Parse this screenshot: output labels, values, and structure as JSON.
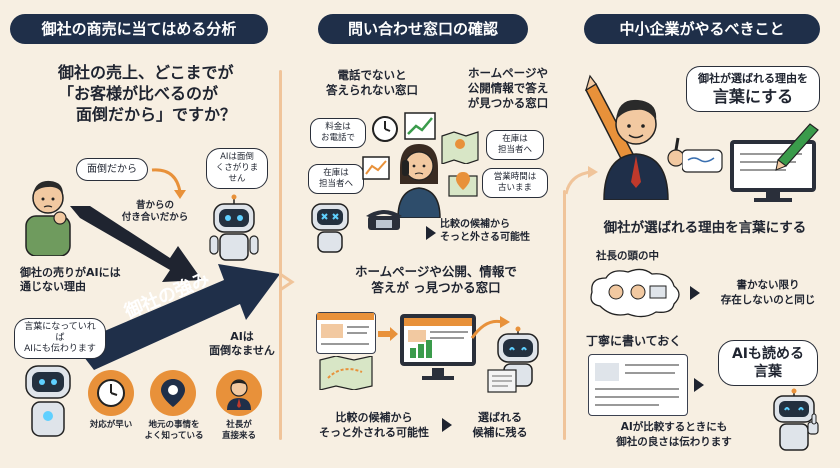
{
  "colors": {
    "navy": "#1f2f49",
    "peach": "#f7efe2",
    "orange": "#e8913a",
    "line": "#f0c49a"
  },
  "col1": {
    "header": "御社の商売に当てはめる分析",
    "question_line1": "御社の売上、どこまでが",
    "question_line2": "「お客様が比べるのが",
    "question_line3": "面倒だから」ですか？",
    "bubble_mendou": "面倒だから",
    "bubble_ai_line1": "AIは面倒",
    "bubble_ai_line2": "くさがりません",
    "mukashi_line1": "昔からの",
    "mukashi_line2": "付き合いだから",
    "reason_line1": "御社の売りがAIには",
    "reason_line2": "通じない理由",
    "bubble_kotoba_line1": "言葉になっていれば",
    "bubble_kotoba_line2": "AIにも伝わります",
    "arrow_label": "御社の強み",
    "ai_line1": "AIは",
    "ai_line2": "面倒なません",
    "icon1_label": "対応が早い",
    "icon2_line1": "地元の事情を",
    "icon2_line2": "よく知っている",
    "icon3_line1": "社長が",
    "icon3_line2": "直接来る"
  },
  "col2": {
    "header": "問い合わせ窓口の確認",
    "phone_title_line1": "電話でないと",
    "phone_title_line2": "答えられない窓口",
    "hp_title_line1": "ホームページや",
    "hp_title_line2": "公開情報で答え",
    "hp_title_line3": "が見つかる窓口",
    "b_ryokin_line1": "料金は",
    "b_ryokin_line2": "お電話で",
    "b_zaiko_line1": "在庫は",
    "b_zaiko_line2": "担当者へ",
    "b_zaiko2_line1": "在庫は",
    "b_zaiko2_line2": "担当者へ",
    "b_eigyo_line1": "営業時間は",
    "b_eigyo_line2": "古いまま",
    "hikaku_line1": "比較の候補から",
    "hikaku_line2": "そっと外さる可能性",
    "mid_title_line1": "ホームページや公開、情報で",
    "mid_title_line2": "答えが っ見つかる窓口",
    "bottom_left_line1": "比較の候補から",
    "bottom_left_line2": "そっと外される可能性",
    "bottom_right_line1": "選ばれる",
    "bottom_right_line2": "候補に残る"
  },
  "col3": {
    "header": "中小企業がやるべきこと",
    "bubble_line1": "御社が選ばれる理由を",
    "bubble_line2": "言葉にする",
    "main_title": "御社が選ばれる理由を言葉にする",
    "shacho": "社長の頭の中",
    "kakanai_line1": "書かない限り",
    "kakanai_line2": "存在しないのと同じ",
    "teinei": "丁寧に書いておく",
    "ai_read_line1": "AIも読める",
    "ai_read_line2": "言葉",
    "footer_line1": "AIが比較するときにも",
    "footer_line2": "御社の良さは伝わります"
  }
}
